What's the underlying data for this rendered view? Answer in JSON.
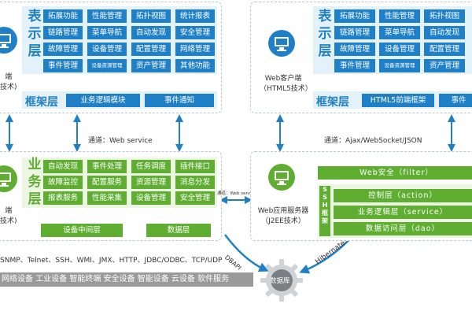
{
  "left": {
    "presentation_title": [
      "表",
      "示",
      "层"
    ],
    "presentation_rows": [
      [
        "拓展功能",
        "性能管理",
        "拓扑视图",
        "统计报表"
      ],
      [
        "链路管理",
        "菜单导航",
        "自动发现",
        "安全管理"
      ],
      [
        "故障管理",
        "设备管理",
        "配置管理",
        "网络管理"
      ],
      [
        "事件管理",
        "设备资源管理",
        "资产管理",
        "其他功能"
      ]
    ],
    "client_label_lines": [
      "端",
      "技术)"
    ],
    "framework_title": "框架层",
    "framework_items": [
      "业务逻辑模块",
      "事件通知"
    ],
    "channel_label": "通道：Web service",
    "business_title": [
      "业",
      "务",
      "层"
    ],
    "business_rows": [
      [
        "自动发现",
        "事件处理",
        "任务调度",
        "插件接口"
      ],
      [
        "故障监控",
        "配置服务",
        "资源管理",
        "消息分发"
      ],
      [
        "报表服务",
        "性能采集",
        "设备管理",
        "安全管理"
      ]
    ],
    "business_bottom": [
      "设备中间层",
      "数据层"
    ],
    "server_label_lines": [
      "端",
      "技术)"
    ],
    "mini_channel_label": "通道：Web service"
  },
  "right": {
    "presentation_title": [
      "表",
      "示",
      "层"
    ],
    "presentation_rows": [
      [
        "拓展功能",
        "性能管理",
        "拓扑视图"
      ],
      [
        "链路管理",
        "菜单导航",
        "自动发现"
      ],
      [
        "故障管理",
        "设备管理",
        "配置管理"
      ],
      [
        "事件管理",
        "设备资源管理",
        "资产管理"
      ]
    ],
    "client_label_lines": [
      "Web客户端",
      "（HTML5技术）"
    ],
    "framework_title": "框架层",
    "framework_items": [
      "HTML5前端框架",
      "事件"
    ],
    "channel_label": "通道：Ajax/WebSocket/JSON",
    "web_security": "Web安全（filter）",
    "ssh_vertical": "SSH框架",
    "ssh_layers": [
      "控制层（action）",
      "业务逻辑层（service）",
      "数据访问层（dao）"
    ],
    "server_label_lines": [
      "Web应用服务器",
      "（J2EE技术）"
    ]
  },
  "bottom": {
    "protocols": "SNMP、Telnet、SSH、WMI、JMX、HTTP、JDBC/ODBC、TCP/UDP",
    "dbapi_label": "DBAPI",
    "hibernate_label": "Hibernate",
    "database_label": "数据库",
    "devices": "网络设备  工业设备  智能终端  安全设备  智能设备  云设备  软件服务"
  },
  "colors": {
    "blue": "#1f80c7",
    "green": "#5fae32",
    "light_blue": "#e3f1fb",
    "light_green": "#ecf6e2",
    "gray_band": "#9a9a9a"
  }
}
